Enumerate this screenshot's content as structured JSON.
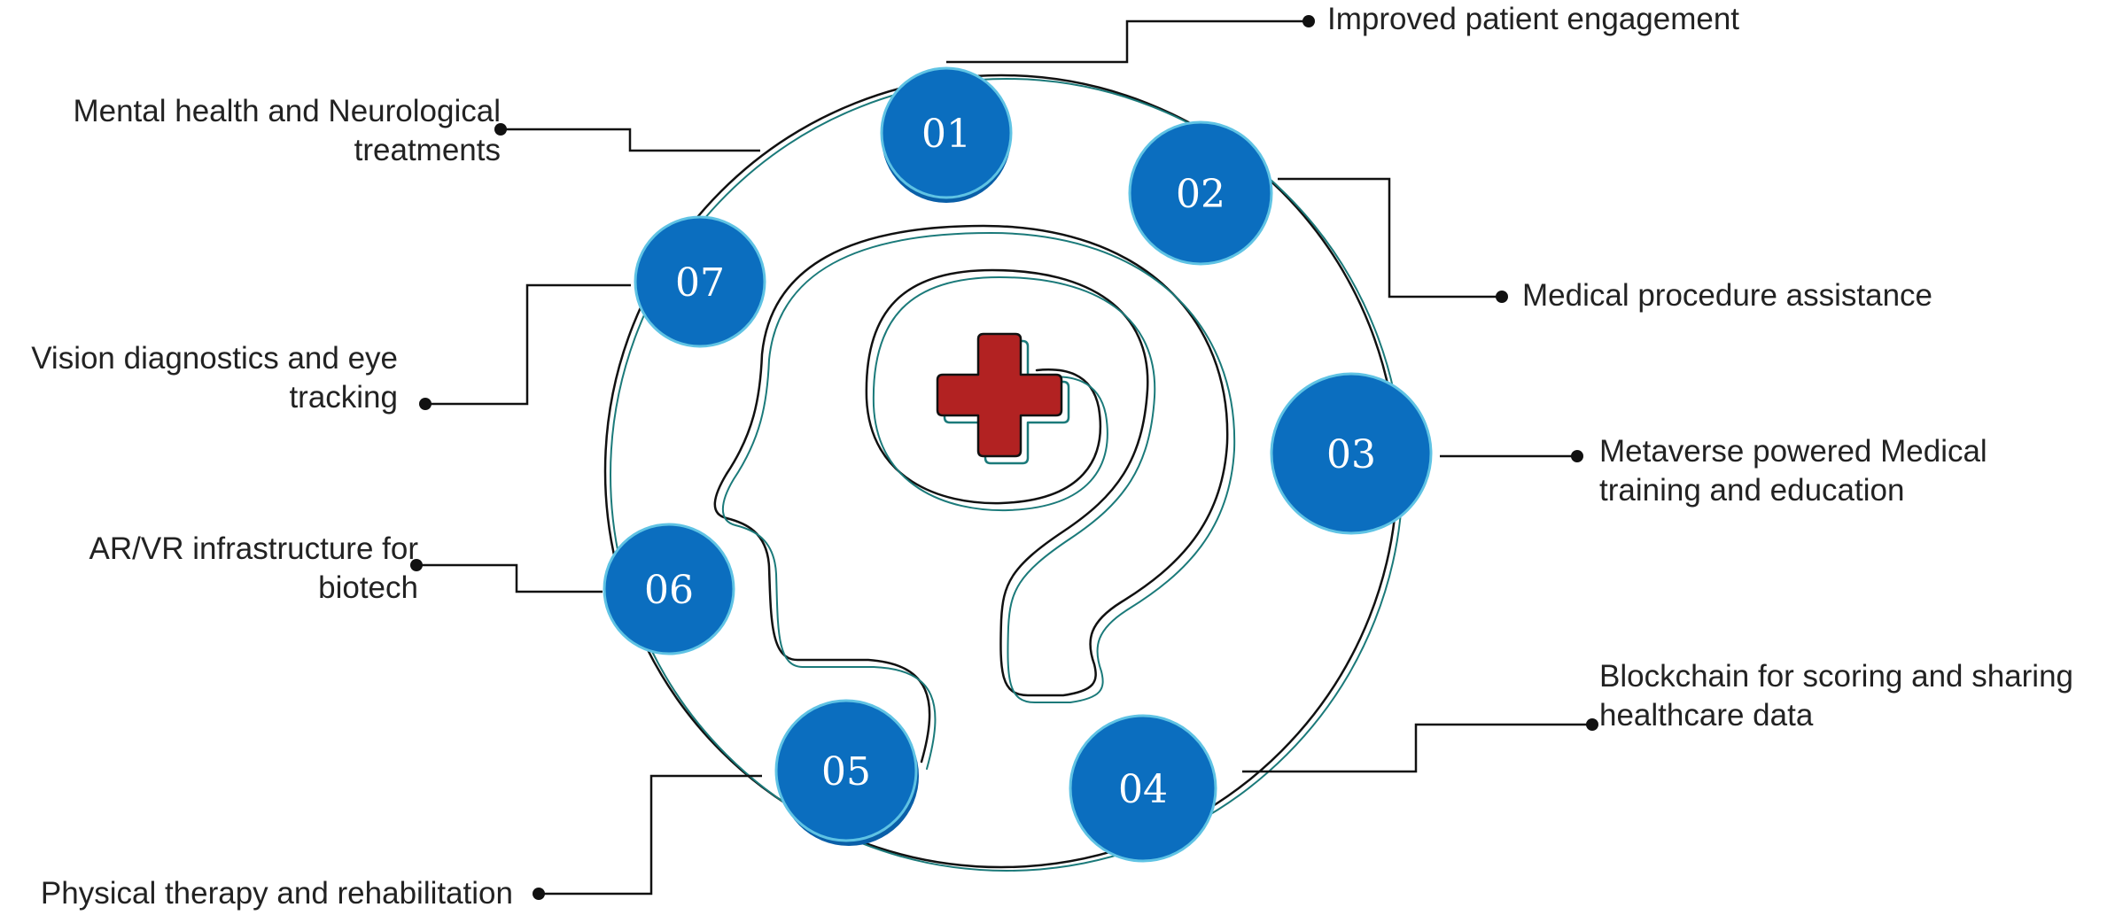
{
  "colors": {
    "circle_fill": "#0b6ebf",
    "circle_rim": "#5fc3e4",
    "line_dark": "#111111",
    "line_teal": "#1b7a7a",
    "cross": "#b22222"
  },
  "icons": {
    "center": "medical-cross-icon"
  },
  "items": [
    {
      "num": "01",
      "lines": [
        "Improved patient engagement"
      ]
    },
    {
      "num": "02",
      "lines": [
        "Medical procedure assistance"
      ]
    },
    {
      "num": "03",
      "lines": [
        "Metaverse powered Medical",
        "training and education"
      ]
    },
    {
      "num": "04",
      "lines": [
        "Blockchain for scoring and sharing",
        "healthcare data"
      ]
    },
    {
      "num": "05",
      "lines": [
        "Physical therapy and rehabilitation"
      ]
    },
    {
      "num": "06",
      "lines": [
        "AR/VR infrastructure for",
        "biotech"
      ]
    },
    {
      "num": "07",
      "lines": [
        "Vision diagnostics and eye",
        "tracking"
      ]
    },
    {
      "num": "",
      "lines": [
        "Mental health and Neurological",
        "treatments"
      ]
    }
  ]
}
